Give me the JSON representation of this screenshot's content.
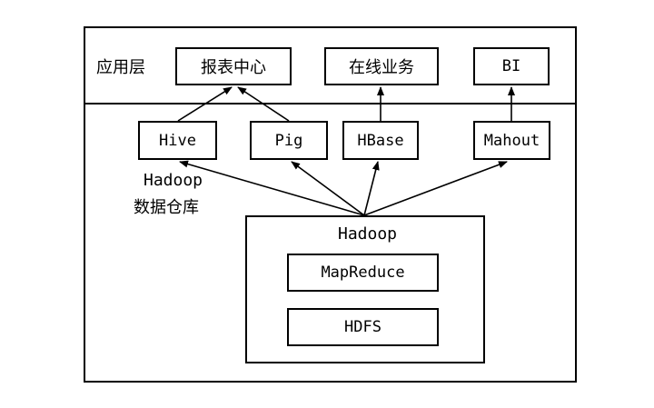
{
  "application_layer": {
    "label": "应用层",
    "items": [
      "报表中心",
      "在线业务",
      "BI"
    ]
  },
  "tools": [
    "Hive",
    "Pig",
    "HBase",
    "Mahout"
  ],
  "warehouse_label": {
    "line1": "Hadoop",
    "line2": "数据仓库"
  },
  "hadoop": {
    "title": "Hadoop",
    "components": [
      "MapReduce",
      "HDFS"
    ]
  }
}
